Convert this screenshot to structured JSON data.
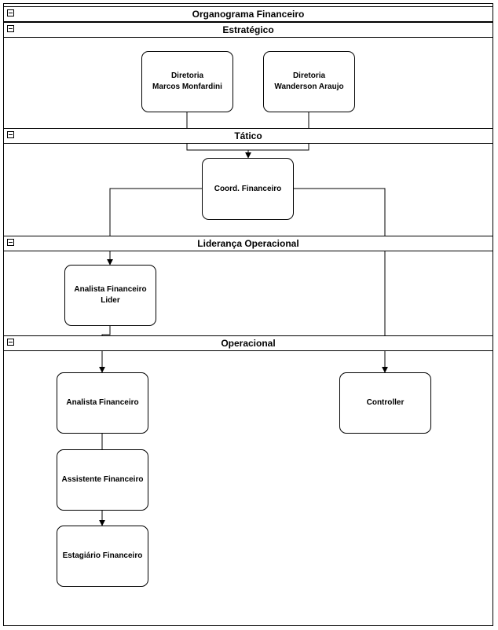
{
  "diagram": {
    "title": "Organograma Financeiro",
    "sections": {
      "estrategico": "Estratégico",
      "tatico": "Tático",
      "lideranca": "Liderança Operacional",
      "operacional": "Operacional"
    },
    "nodes": {
      "diretoria_marcos": {
        "line1": "Diretoria",
        "line2": "Marcos Monfardini"
      },
      "diretoria_wanderson": {
        "line1": "Diretoria",
        "line2": "Wanderson Araujo"
      },
      "coord_financeiro": {
        "line1": "Coord. Financeiro"
      },
      "analista_lider": {
        "line1": "Analista Financeiro",
        "line2": "Lider"
      },
      "analista": {
        "line1": "Analista Financeiro"
      },
      "controller": {
        "line1": "Controller"
      },
      "assistente": {
        "line1": "Assistente Financeiro"
      },
      "estagiario": {
        "line1": "Estagiário Financeiro"
      }
    }
  },
  "icons": {
    "section_toggle": "collapse-minus-icon"
  },
  "colors": {
    "line": "#000000",
    "background": "#ffffff"
  }
}
